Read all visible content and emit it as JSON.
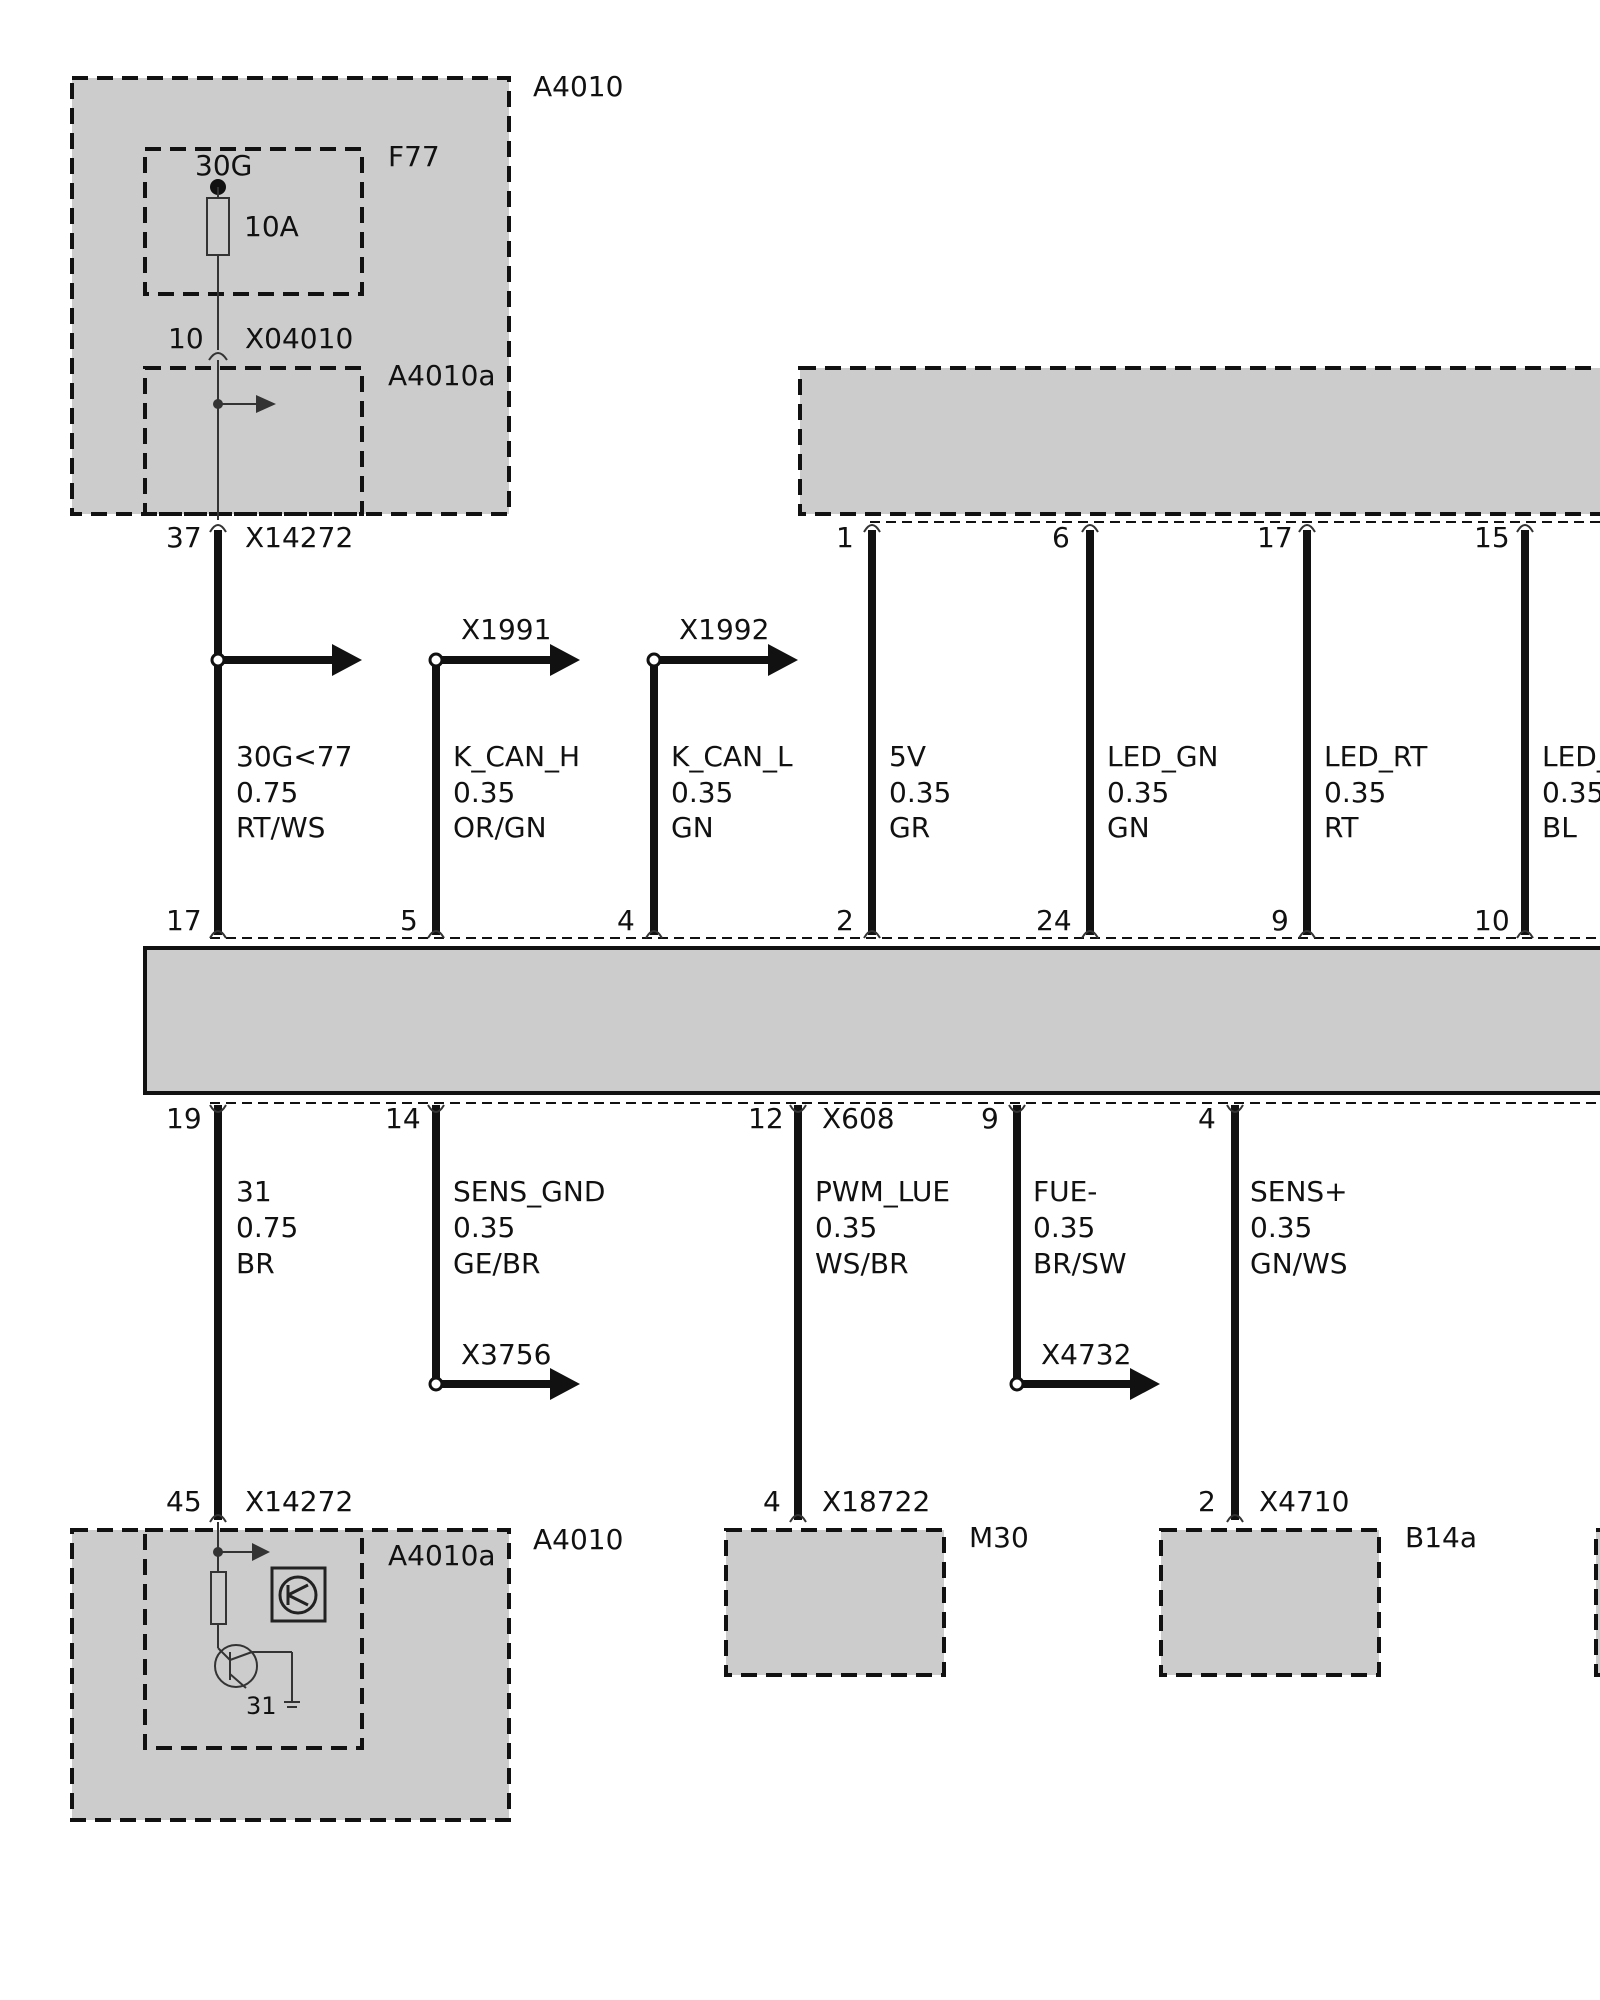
{
  "components": {
    "a4010_top": "A4010",
    "f77": "F77",
    "a4010a_top": "A4010a",
    "a4010_bottom": "A4010",
    "a4010a_bottom": "A4010a",
    "m30": "M30",
    "b14a": "B14a"
  },
  "fuse": {
    "terminal": "30G",
    "rating": "10A",
    "pin": "10",
    "connector": "X04010"
  },
  "top_connector": {
    "pin": "37",
    "name": "X14272"
  },
  "top_pins": [
    "1",
    "6",
    "17",
    "15"
  ],
  "branches": [
    {
      "label": ""
    },
    {
      "label": "X1991"
    },
    {
      "label": "X1992"
    }
  ],
  "wires_top": [
    {
      "pin_bottom": "17",
      "signal": "30G<77",
      "gauge": "0.75",
      "color": "RT/WS"
    },
    {
      "pin_bottom": "5",
      "signal": "K_CAN_H",
      "gauge": "0.35",
      "color": "OR/GN"
    },
    {
      "pin_bottom": "4",
      "signal": "K_CAN_L",
      "gauge": "0.35",
      "color": "GN"
    },
    {
      "pin_bottom": "2",
      "signal": "5V",
      "gauge": "0.35",
      "color": "GR"
    },
    {
      "pin_bottom": "24",
      "signal": "LED_GN",
      "gauge": "0.35",
      "color": "GN"
    },
    {
      "pin_bottom": "9",
      "signal": "LED_RT",
      "gauge": "0.35",
      "color": "RT"
    },
    {
      "pin_bottom": "10",
      "signal": "LED_",
      "gauge": "0.35",
      "color": "BL"
    }
  ],
  "wires_bottom": [
    {
      "pin_top": "19",
      "connector": "",
      "signal": "31",
      "gauge": "0.75",
      "color": "BR"
    },
    {
      "pin_top": "14",
      "connector": "",
      "signal": "SENS_GND",
      "gauge": "0.35",
      "color": "GE/BR"
    },
    {
      "pin_top": "12",
      "connector": "X608",
      "signal": "PWM_LUE",
      "gauge": "0.35",
      "color": "WS/BR"
    },
    {
      "pin_top": "9",
      "connector": "",
      "signal": "FUE-",
      "gauge": "0.35",
      "color": "BR/SW"
    },
    {
      "pin_top": "4",
      "connector": "",
      "signal": "SENS+",
      "gauge": "0.35",
      "color": "GN/WS"
    }
  ],
  "bottom_branches": [
    {
      "label": "X3756"
    },
    {
      "label": "X4732"
    }
  ],
  "bottom_connectors": [
    {
      "pin": "45",
      "name": "X14272"
    },
    {
      "pin": "4",
      "name": "X18722"
    },
    {
      "pin": "2",
      "name": "X4710"
    }
  ],
  "ground_label": "31",
  "colors": {
    "fill": "#cccccc",
    "line": "#111111"
  }
}
